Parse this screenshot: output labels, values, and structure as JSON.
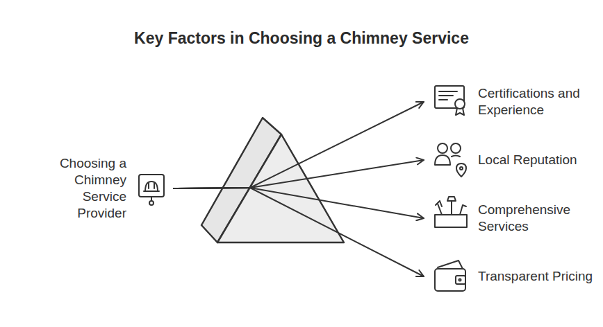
{
  "diagram": {
    "title": "Key Factors in Choosing a Chimney Service",
    "nodes": [
      {
        "text": [
          "Choosing a Chimney Service Provider"
        ]
      },
      {
        "text": [
          "Certifications and Experience"
        ]
      },
      {
        "text": [
          "Local Reputation"
        ]
      },
      {
        "text": [
          "Comprehensive Services"
        ]
      },
      {
        "text": [
          "Transparent Pricing"
        ]
      }
    ],
    "edges": [
      {
        "from": 0,
        "to": 1,
        "arrow": "to"
      },
      {
        "from": 0,
        "to": 2,
        "arrow": "to"
      },
      {
        "from": 0,
        "to": 3,
        "arrow": "to"
      },
      {
        "from": 0,
        "to": 4,
        "arrow": "to"
      }
    ]
  }
}
